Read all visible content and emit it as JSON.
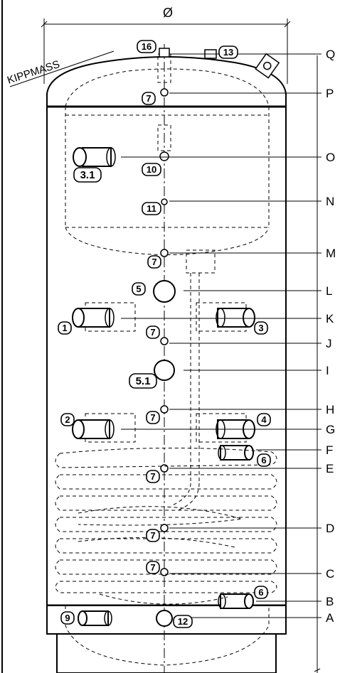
{
  "diameter_symbol": "Ø",
  "tilt_label": "KIPPMASS",
  "level_labels": [
    "Q",
    "P",
    "O",
    "N",
    "M",
    "L",
    "K",
    "J",
    "I",
    "H",
    "G",
    "F",
    "E",
    "D",
    "C",
    "B",
    "A"
  ],
  "callouts": {
    "c16": "16",
    "c13": "13",
    "c7_top": "7",
    "c10": "10",
    "c3_1": "3.1",
    "c11": "11",
    "c7_m": "7",
    "c5": "5",
    "c1": "1",
    "c3": "3",
    "c7_j": "7",
    "c5_1": "5.1",
    "c7_h": "7",
    "c2": "2",
    "c4": "4",
    "c6_f": "6",
    "c7_e": "7",
    "c7_d": "7",
    "c7_c": "7",
    "c6_b": "6",
    "c9": "9",
    "c12": "12"
  }
}
